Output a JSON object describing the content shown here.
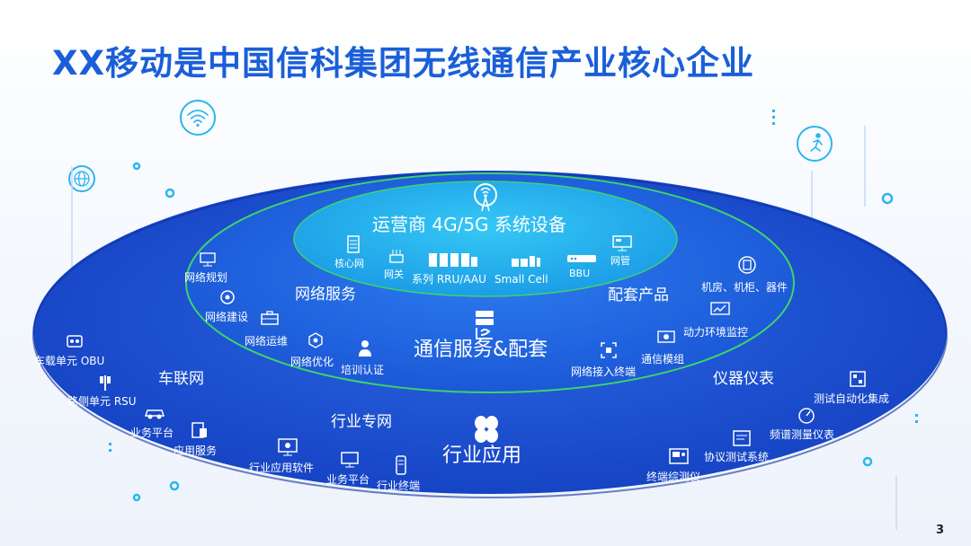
{
  "slide": {
    "title": "XX移动是中国信科集团无线通信产业核心企业",
    "page_number": "3"
  },
  "colors": {
    "title": "#1a5fd8",
    "outer_ellipse": "#1547c9",
    "middle_ellipse": "#1e64e0",
    "inner_ellipse": "#27b4ee",
    "ring_stroke": "#3fd36b"
  },
  "inner": {
    "title": "运营商 4G/5G 系统设备",
    "items": [
      "核心网",
      "网关",
      "系列 RRU/AAU",
      "Small Cell",
      "BBU",
      "网管"
    ]
  },
  "middle": {
    "title": "通信服务&配套",
    "network_service": {
      "label": "网络服务",
      "items": [
        "网络规划",
        "网络建设",
        "网络运维",
        "网络优化",
        "培训认证"
      ]
    },
    "supporting": {
      "label": "配套产品",
      "items": [
        "机房、机柜、器件",
        "动力环境监控",
        "通信模组",
        "网络接入终端"
      ]
    }
  },
  "outer": {
    "title": "行业应用",
    "vehicle": {
      "label": "车联网",
      "items": [
        "车载单元 OBU",
        "路侧单元 RSU",
        "业务平台",
        "应用服务"
      ]
    },
    "private_network": {
      "label": "行业专网",
      "items": [
        "行业应用软件",
        "业务平台",
        "行业终端"
      ]
    },
    "instruments": {
      "label": "仪器仪表",
      "items": [
        "测试自动化集成",
        "频谱测量仪表",
        "协议测试系统",
        "终端综测仪"
      ]
    }
  }
}
